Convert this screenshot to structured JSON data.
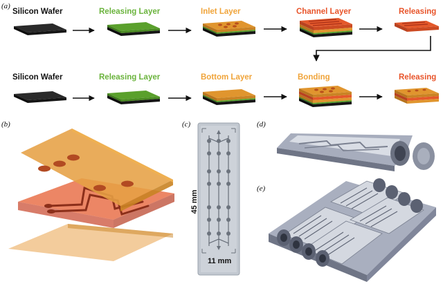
{
  "panels": {
    "a": "(a)",
    "b": "(b)",
    "c": "(c)",
    "d": "(d)",
    "e": "(e)"
  },
  "process": {
    "row1": [
      {
        "label": "Silicon Wafer",
        "color": "#111111"
      },
      {
        "label": "Releasing Layer",
        "color": "#6ab33c"
      },
      {
        "label": "Inlet Layer",
        "color": "#f0a43a"
      },
      {
        "label": "Channel Layer",
        "color": "#e8542a"
      },
      {
        "label": "Releasing",
        "color": "#e8542a"
      }
    ],
    "row2": [
      {
        "label": "Silicon Wafer",
        "color": "#111111"
      },
      {
        "label": "Releasing Layer",
        "color": "#6ab33c"
      },
      {
        "label": "Bottom Layer",
        "color": "#f0a43a"
      },
      {
        "label": "Bonding",
        "color": "#f0a43a"
      },
      {
        "label": "Releasing",
        "color": "#e8542a"
      }
    ]
  },
  "chip": {
    "height_label": "45 mm",
    "width_label": "11 mm"
  },
  "colors": {
    "wafer_black": "#1c1c1c",
    "green": "#5aa02c",
    "orange": "#e0952e",
    "red_orange": "#e4582a",
    "chip_gray": "#b8bfc8",
    "cad_gray": "#8f95a6"
  }
}
